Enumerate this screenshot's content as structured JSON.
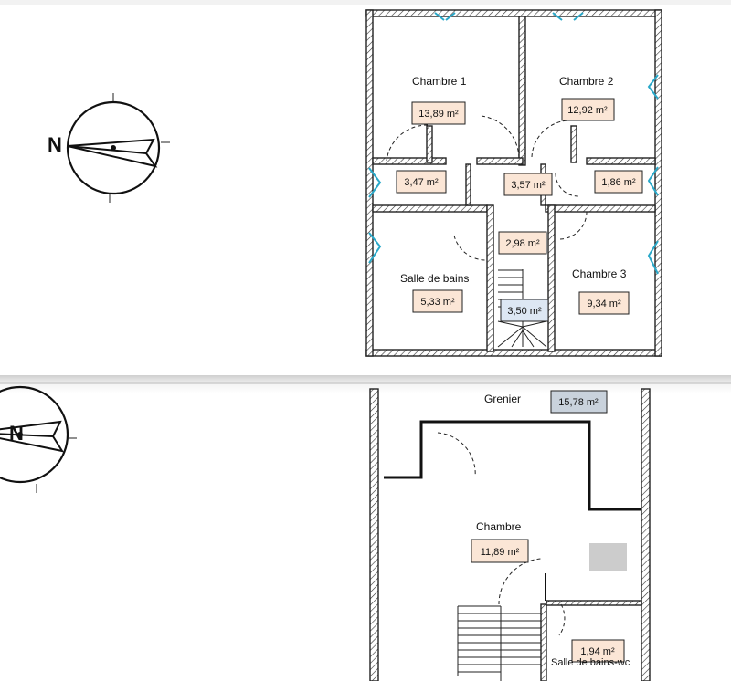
{
  "floor_1": {
    "rooms": [
      {
        "name": "Chambre 1",
        "area": "13,89 m²"
      },
      {
        "name": "Chambre 2",
        "area": "12,92 m²"
      },
      {
        "name": "",
        "area": "3,47 m²"
      },
      {
        "name": "",
        "area": "3,57 m²"
      },
      {
        "name": "",
        "area": "1,86 m²"
      },
      {
        "name": "",
        "area": "2,98 m²"
      },
      {
        "name": "Salle de bains",
        "area": "5,33 m²"
      },
      {
        "name": "",
        "area": "3,50 m²"
      },
      {
        "name": "Chambre 3",
        "area": "9,34 m²"
      }
    ]
  },
  "floor_2": {
    "rooms": [
      {
        "name": "Grenier",
        "area": "15,78 m²"
      },
      {
        "name": "Chambre",
        "area": "11,89 m²"
      },
      {
        "name": "Salle de bains-wc",
        "area": "1,94 m²"
      }
    ]
  },
  "compass": {
    "north_label": "N"
  },
  "colors": {
    "area_tag_fill": "#fbe6d6",
    "stair_tag_fill": "#dde7f3",
    "attic_tag_fill": "#c9d2dc",
    "window": "#29a8c9"
  }
}
